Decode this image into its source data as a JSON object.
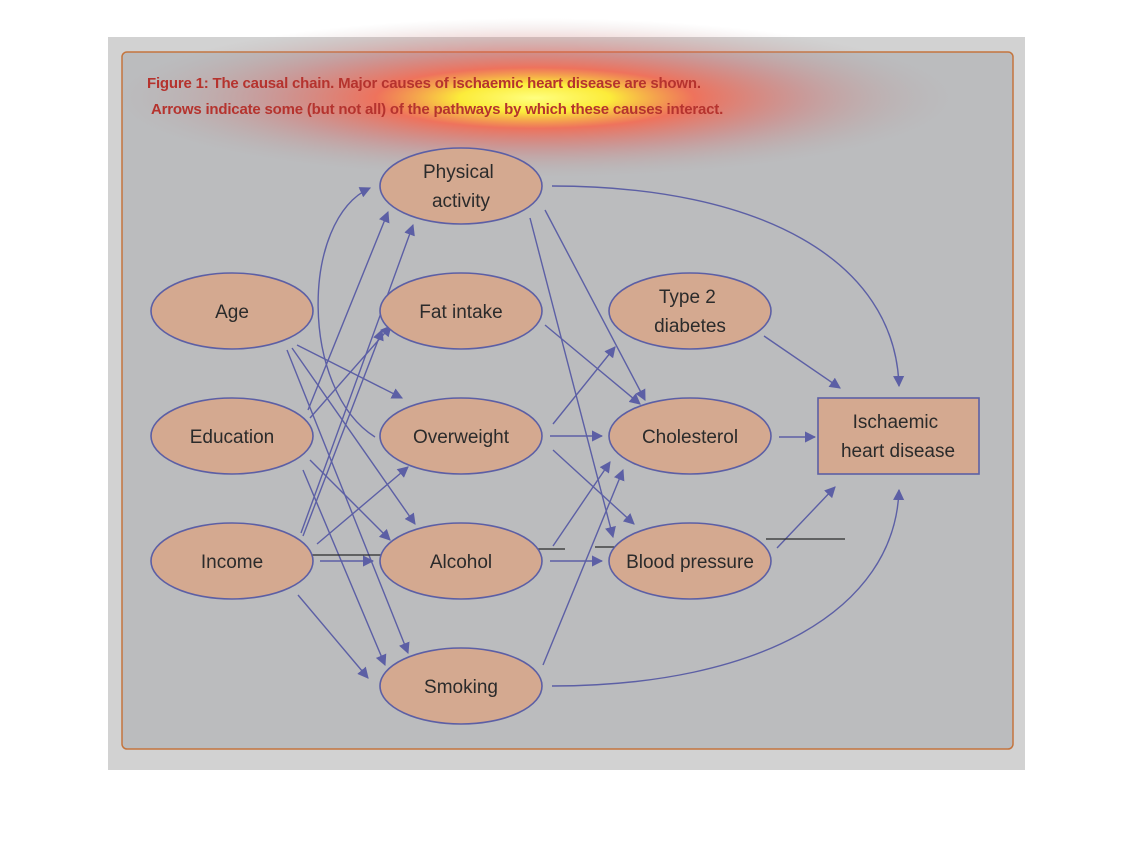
{
  "caption": {
    "line1": "Figure 1: The causal chain. Major causes of ischaemic heart disease are shown.",
    "line2": "Arrows indicate some (but not all) of the pathways by which these causes interact."
  },
  "nodes": {
    "age": {
      "label": [
        "Age"
      ]
    },
    "education": {
      "label": [
        "Education"
      ]
    },
    "income": {
      "label": [
        "Income"
      ]
    },
    "physical_activity": {
      "label": [
        "Physical",
        "activity"
      ]
    },
    "fat_intake": {
      "label": [
        "Fat intake"
      ]
    },
    "overweight": {
      "label": [
        "Overweight"
      ]
    },
    "alcohol": {
      "label": [
        "Alcohol"
      ]
    },
    "smoking": {
      "label": [
        "Smoking"
      ]
    },
    "type2_diabetes": {
      "label": [
        "Type 2",
        "diabetes"
      ]
    },
    "cholesterol": {
      "label": [
        "Cholesterol"
      ]
    },
    "blood_pressure": {
      "label": [
        "Blood pressure"
      ]
    },
    "ihd": {
      "label": [
        "Ischaemic",
        "heart disease"
      ]
    }
  },
  "colors": {
    "panel": "#bbbcbe",
    "outer": "#d2d2d2",
    "border": "#c4753e",
    "node_fill": "#d4a990",
    "node_stroke": "#5c5fa5",
    "arrow": "#5c5fa5",
    "caption": "#b5332e"
  }
}
